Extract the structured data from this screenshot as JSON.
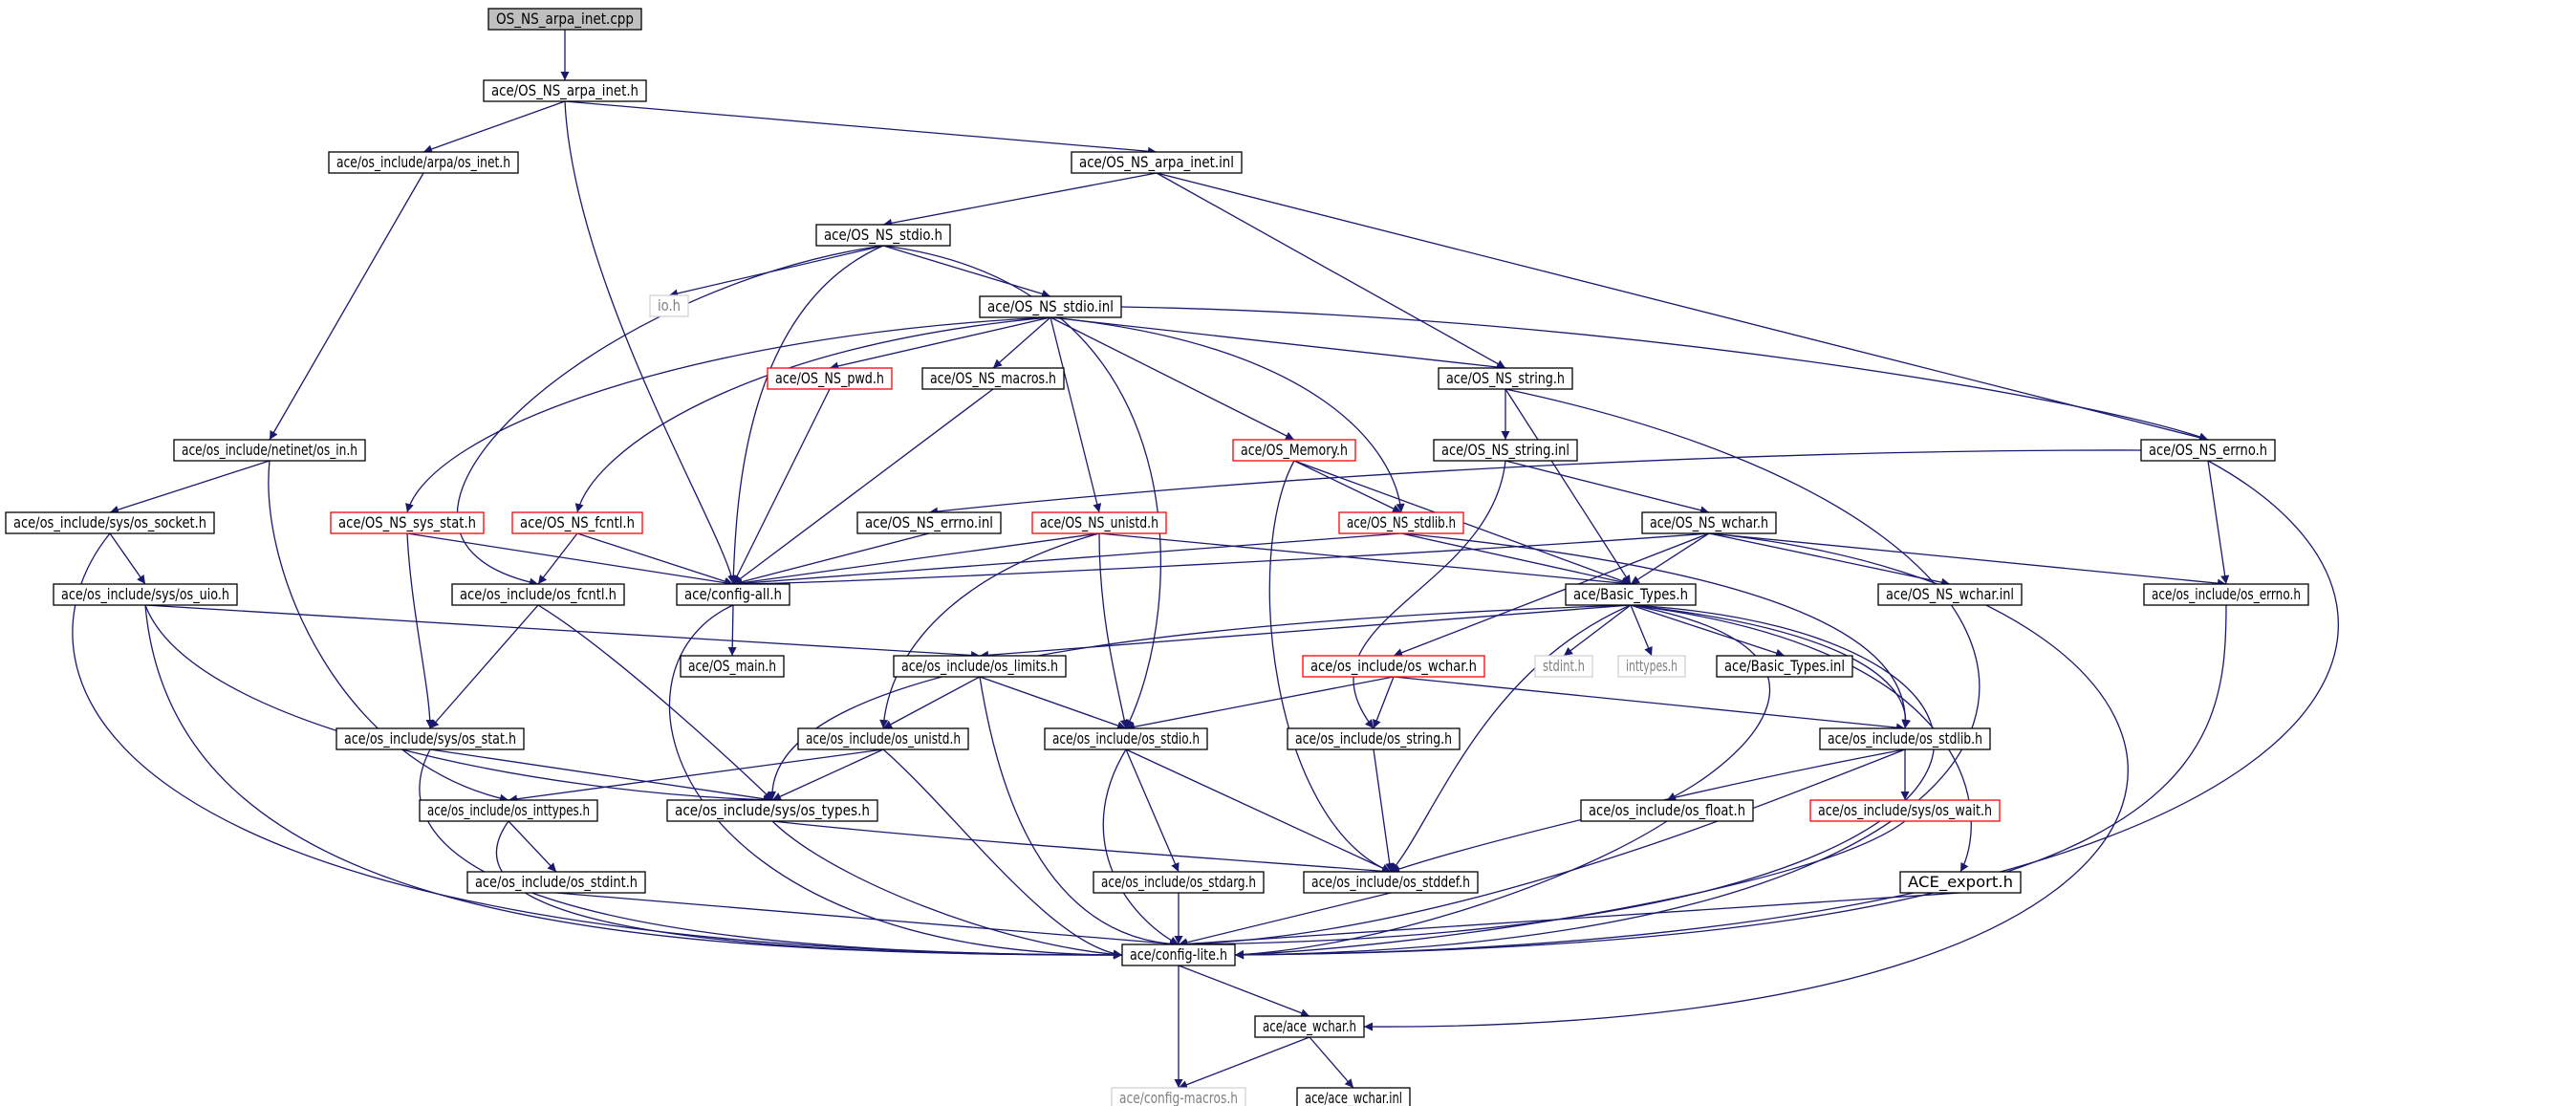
{
  "title": "OS_NS_arpa_inet.cpp",
  "colors": {
    "edge": "#191970",
    "node_border": "#000000",
    "root_fill": "#bfbfbf",
    "truncated_border": "#ff0000",
    "external_border": "#d3d3d3",
    "external_text": "#808080"
  },
  "nodes": {
    "n_root": {
      "label": "OS_NS_arpa_inet.cpp",
      "kind": "root"
    },
    "n_arpa_h": {
      "label": "ace/OS_NS_arpa_inet.h",
      "kind": "normal"
    },
    "n_os_inet": {
      "label": "ace/os_include/arpa/os_inet.h",
      "kind": "normal"
    },
    "n_arpa_inl": {
      "label": "ace/OS_NS_arpa_inet.inl",
      "kind": "normal"
    },
    "n_stdio_h": {
      "label": "ace/OS_NS_stdio.h",
      "kind": "normal"
    },
    "n_io": {
      "label": "io.h",
      "kind": "external"
    },
    "n_stdio_inl": {
      "label": "ace/OS_NS_stdio.inl",
      "kind": "normal"
    },
    "n_pwd": {
      "label": "ace/OS_NS_pwd.h",
      "kind": "truncated"
    },
    "n_macros": {
      "label": "ace/OS_NS_macros.h",
      "kind": "normal"
    },
    "n_string_h": {
      "label": "ace/OS_NS_string.h",
      "kind": "normal"
    },
    "n_os_in": {
      "label": "ace/os_include/netinet/os_in.h",
      "kind": "normal"
    },
    "n_memory": {
      "label": "ace/OS_Memory.h",
      "kind": "truncated"
    },
    "n_string_inl": {
      "label": "ace/OS_NS_string.inl",
      "kind": "normal"
    },
    "n_errno_h": {
      "label": "ace/OS_NS_errno.h",
      "kind": "normal"
    },
    "n_os_socket": {
      "label": "ace/os_include/sys/os_socket.h",
      "kind": "normal"
    },
    "n_sys_stat": {
      "label": "ace/OS_NS_sys_stat.h",
      "kind": "truncated"
    },
    "n_fcntl": {
      "label": "ace/OS_NS_fcntl.h",
      "kind": "truncated"
    },
    "n_errno_inl": {
      "label": "ace/OS_NS_errno.inl",
      "kind": "normal"
    },
    "n_unistd": {
      "label": "ace/OS_NS_unistd.h",
      "kind": "truncated"
    },
    "n_stdlib": {
      "label": "ace/OS_NS_stdlib.h",
      "kind": "truncated"
    },
    "n_wchar_h": {
      "label": "ace/OS_NS_wchar.h",
      "kind": "normal"
    },
    "n_os_uio": {
      "label": "ace/os_include/sys/os_uio.h",
      "kind": "normal"
    },
    "n_os_fcntl": {
      "label": "ace/os_include/os_fcntl.h",
      "kind": "normal"
    },
    "n_config_all": {
      "label": "ace/config-all.h",
      "kind": "normal"
    },
    "n_basic_types": {
      "label": "ace/Basic_Types.h",
      "kind": "normal"
    },
    "n_wchar_inl": {
      "label": "ace/OS_NS_wchar.inl",
      "kind": "normal"
    },
    "n_os_errno": {
      "label": "ace/os_include/os_errno.h",
      "kind": "normal"
    },
    "n_os_main": {
      "label": "ace/OS_main.h",
      "kind": "normal"
    },
    "n_os_limits": {
      "label": "ace/os_include/os_limits.h",
      "kind": "normal"
    },
    "n_os_wchar": {
      "label": "ace/os_include/os_wchar.h",
      "kind": "truncated"
    },
    "n_stdint": {
      "label": "stdint.h",
      "kind": "external"
    },
    "n_inttypes_ext": {
      "label": "inttypes.h",
      "kind": "external"
    },
    "n_basic_inl": {
      "label": "ace/Basic_Types.inl",
      "kind": "normal"
    },
    "n_sys_os_stat": {
      "label": "ace/os_include/sys/os_stat.h",
      "kind": "normal"
    },
    "n_os_unistd": {
      "label": "ace/os_include/os_unistd.h",
      "kind": "normal"
    },
    "n_os_stdio": {
      "label": "ace/os_include/os_stdio.h",
      "kind": "normal"
    },
    "n_os_string": {
      "label": "ace/os_include/os_string.h",
      "kind": "normal"
    },
    "n_os_stdlib": {
      "label": "ace/os_include/os_stdlib.h",
      "kind": "normal"
    },
    "n_os_inttypes": {
      "label": "ace/os_include/os_inttypes.h",
      "kind": "normal"
    },
    "n_os_types": {
      "label": "ace/os_include/sys/os_types.h",
      "kind": "normal"
    },
    "n_os_float": {
      "label": "ace/os_include/os_float.h",
      "kind": "normal"
    },
    "n_os_wait": {
      "label": "ace/os_include/sys/os_wait.h",
      "kind": "truncated"
    },
    "n_os_stdint": {
      "label": "ace/os_include/os_stdint.h",
      "kind": "normal"
    },
    "n_os_stdarg": {
      "label": "ace/os_include/os_stdarg.h",
      "kind": "normal"
    },
    "n_os_stddef": {
      "label": "ace/os_include/os_stddef.h",
      "kind": "normal"
    },
    "n_ace_export": {
      "label": "ACE_export.h",
      "kind": "normal"
    },
    "n_config_lite": {
      "label": "ace/config-lite.h",
      "kind": "normal"
    },
    "n_ace_wchar": {
      "label": "ace/ace_wchar.h",
      "kind": "normal"
    },
    "n_config_macros": {
      "label": "ace/config-macros.h",
      "kind": "external"
    },
    "n_ace_wchar_inl": {
      "label": "ace/ace_wchar.inl",
      "kind": "normal"
    }
  },
  "edges": [
    [
      "n_root",
      "n_arpa_h"
    ],
    [
      "n_arpa_h",
      "n_os_inet"
    ],
    [
      "n_arpa_h",
      "n_arpa_inl"
    ],
    [
      "n_arpa_h",
      "n_config_all"
    ],
    [
      "n_os_inet",
      "n_os_in"
    ],
    [
      "n_arpa_inl",
      "n_stdio_h"
    ],
    [
      "n_arpa_inl",
      "n_string_h"
    ],
    [
      "n_arpa_inl",
      "n_errno_h"
    ],
    [
      "n_stdio_h",
      "n_io"
    ],
    [
      "n_stdio_h",
      "n_stdio_inl"
    ],
    [
      "n_stdio_h",
      "n_config_all"
    ],
    [
      "n_stdio_h",
      "n_os_fcntl"
    ],
    [
      "n_stdio_h",
      "n_os_stdio"
    ],
    [
      "n_stdio_inl",
      "n_pwd"
    ],
    [
      "n_stdio_inl",
      "n_macros"
    ],
    [
      "n_stdio_inl",
      "n_string_h"
    ],
    [
      "n_stdio_inl",
      "n_memory"
    ],
    [
      "n_stdio_inl",
      "n_errno_h"
    ],
    [
      "n_stdio_inl",
      "n_sys_stat"
    ],
    [
      "n_stdio_inl",
      "n_fcntl"
    ],
    [
      "n_stdio_inl",
      "n_unistd"
    ],
    [
      "n_stdio_inl",
      "n_stdlib"
    ],
    [
      "n_pwd",
      "n_config_all"
    ],
    [
      "n_macros",
      "n_config_all"
    ],
    [
      "n_string_h",
      "n_string_inl"
    ],
    [
      "n_string_h",
      "n_basic_types"
    ],
    [
      "n_string_h",
      "n_config_lite"
    ],
    [
      "n_string_inl",
      "n_wchar_h"
    ],
    [
      "n_string_inl",
      "n_os_string"
    ],
    [
      "n_errno_h",
      "n_errno_inl"
    ],
    [
      "n_errno_h",
      "n_os_errno"
    ],
    [
      "n_errno_h",
      "n_config_lite"
    ],
    [
      "n_memory",
      "n_stdlib"
    ],
    [
      "n_memory",
      "n_basic_types"
    ],
    [
      "n_memory",
      "n_os_stddef"
    ],
    [
      "n_os_in",
      "n_os_socket"
    ],
    [
      "n_os_in",
      "n_os_inttypes"
    ],
    [
      "n_os_socket",
      "n_os_uio"
    ],
    [
      "n_os_socket",
      "n_config_lite"
    ],
    [
      "n_sys_stat",
      "n_config_all"
    ],
    [
      "n_sys_stat",
      "n_sys_os_stat"
    ],
    [
      "n_fcntl",
      "n_os_fcntl"
    ],
    [
      "n_fcntl",
      "n_config_all"
    ],
    [
      "n_errno_inl",
      "n_config_all"
    ],
    [
      "n_unistd",
      "n_config_all"
    ],
    [
      "n_unistd",
      "n_basic_types"
    ],
    [
      "n_unistd",
      "n_os_unistd"
    ],
    [
      "n_unistd",
      "n_os_stdio"
    ],
    [
      "n_stdlib",
      "n_config_all"
    ],
    [
      "n_stdlib",
      "n_basic_types"
    ],
    [
      "n_stdlib",
      "n_os_stdlib"
    ],
    [
      "n_wchar_h",
      "n_config_all"
    ],
    [
      "n_wchar_h",
      "n_basic_types"
    ],
    [
      "n_wchar_h",
      "n_wchar_inl"
    ],
    [
      "n_wchar_h",
      "n_os_errno"
    ],
    [
      "n_wchar_h",
      "n_os_wchar"
    ],
    [
      "n_wchar_h",
      "n_ace_wchar"
    ],
    [
      "n_os_uio",
      "n_os_limits"
    ],
    [
      "n_os_uio",
      "n_os_types"
    ],
    [
      "n_os_uio",
      "n_config_lite"
    ],
    [
      "n_os_fcntl",
      "n_sys_os_stat"
    ],
    [
      "n_os_fcntl",
      "n_os_types"
    ],
    [
      "n_config_all",
      "n_os_main"
    ],
    [
      "n_config_all",
      "n_config_lite"
    ],
    [
      "n_basic_types",
      "n_os_limits"
    ],
    [
      "n_basic_types",
      "n_stdint"
    ],
    [
      "n_basic_types",
      "n_inttypes_ext"
    ],
    [
      "n_basic_types",
      "n_basic_inl"
    ],
    [
      "n_basic_types",
      "n_os_stdlib"
    ],
    [
      "n_basic_types",
      "n_os_float"
    ],
    [
      "n_basic_types",
      "n_ace_export"
    ],
    [
      "n_basic_types",
      "n_os_types"
    ],
    [
      "n_basic_types",
      "n_os_stddef"
    ],
    [
      "n_basic_types",
      "n_config_lite"
    ],
    [
      "n_os_errno",
      "n_config_lite"
    ],
    [
      "n_os_limits",
      "n_os_unistd"
    ],
    [
      "n_os_limits",
      "n_os_stdio"
    ],
    [
      "n_os_limits",
      "n_config_lite"
    ],
    [
      "n_os_wchar",
      "n_os_stdio"
    ],
    [
      "n_os_wchar",
      "n_os_string"
    ],
    [
      "n_os_wchar",
      "n_os_stdlib"
    ],
    [
      "n_sys_os_stat",
      "n_os_types"
    ],
    [
      "n_sys_os_stat",
      "n_config_lite"
    ],
    [
      "n_os_unistd",
      "n_os_inttypes"
    ],
    [
      "n_os_unistd",
      "n_os_types"
    ],
    [
      "n_os_unistd",
      "n_config_lite"
    ],
    [
      "n_os_stdio",
      "n_os_stdarg"
    ],
    [
      "n_os_stdio",
      "n_os_stddef"
    ],
    [
      "n_os_stdio",
      "n_config_lite"
    ],
    [
      "n_os_string",
      "n_os_stddef"
    ],
    [
      "n_os_stdlib",
      "n_os_stddef"
    ],
    [
      "n_os_stdlib",
      "n_os_wait"
    ],
    [
      "n_os_stdlib",
      "n_config_lite"
    ],
    [
      "n_os_inttypes",
      "n_os_stdint"
    ],
    [
      "n_os_inttypes",
      "n_config_lite"
    ],
    [
      "n_os_types",
      "n_os_stddef"
    ],
    [
      "n_os_types",
      "n_config_lite"
    ],
    [
      "n_os_float",
      "n_config_lite"
    ],
    [
      "n_os_wait",
      "n_config_lite"
    ],
    [
      "n_os_stdint",
      "n_config_lite"
    ],
    [
      "n_os_stdarg",
      "n_config_lite"
    ],
    [
      "n_os_stddef",
      "n_config_lite"
    ],
    [
      "n_ace_export",
      "n_config_lite"
    ],
    [
      "n_config_lite",
      "n_ace_wchar"
    ],
    [
      "n_config_lite",
      "n_config_macros"
    ],
    [
      "n_ace_wchar",
      "n_config_macros"
    ],
    [
      "n_ace_wchar",
      "n_ace_wchar_inl"
    ]
  ]
}
